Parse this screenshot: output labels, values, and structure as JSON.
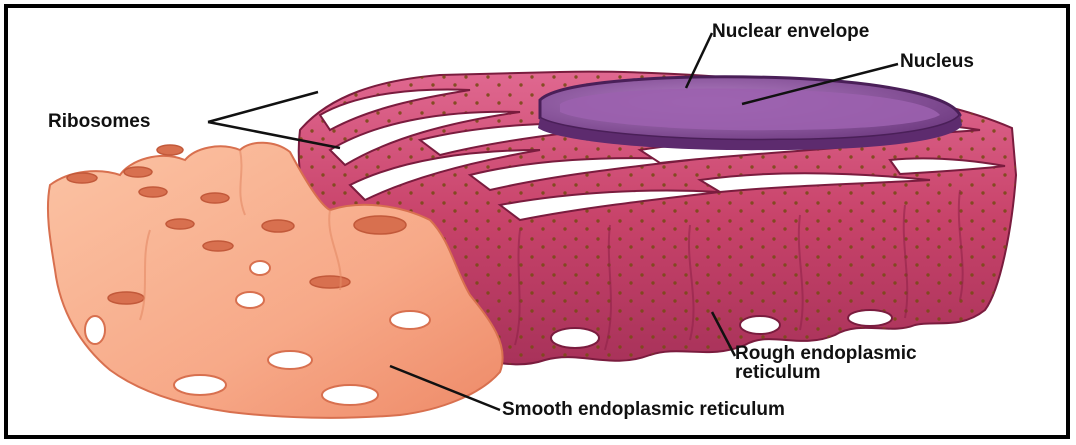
{
  "labels": {
    "ribosomes": "Ribosomes",
    "nuclear_envelope": "Nuclear envelope",
    "nucleus": "Nucleus",
    "rough_er_line1": "Rough endoplasmic",
    "rough_er_line2": "reticulum",
    "smooth_er": "Smooth endoplasmic reticulum"
  },
  "colors": {
    "border": "#000000",
    "rough_er": "#c8436a",
    "rough_er_dark": "#8e2147",
    "nucleus": "#8a4f9c",
    "smooth_er": "#f7a988",
    "ribosome_dot": "#7a4a18"
  }
}
